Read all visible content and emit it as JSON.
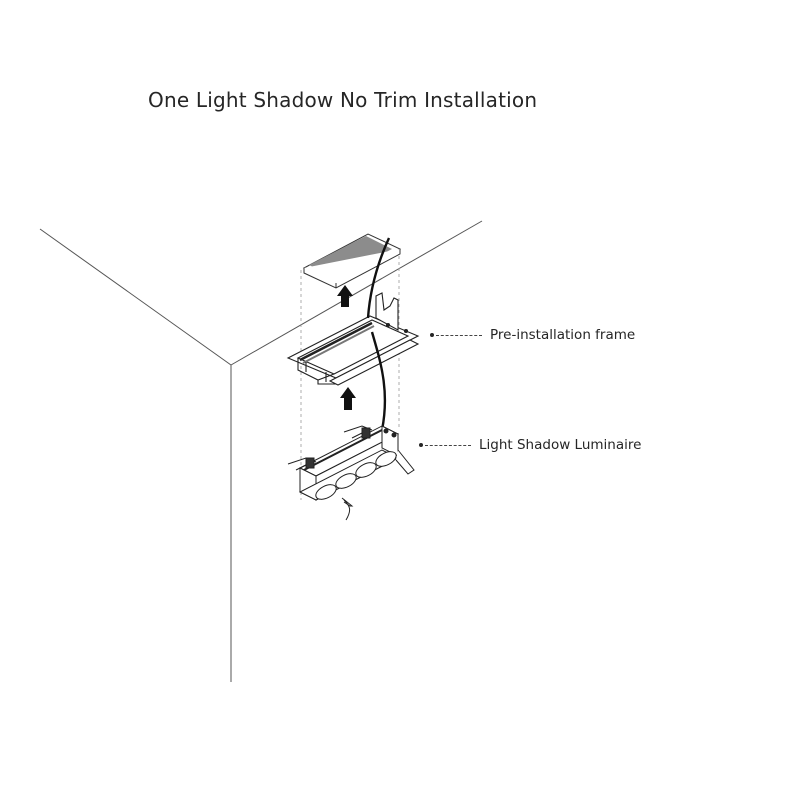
{
  "title": "One Light Shadow No Trim Installation",
  "callouts": [
    {
      "label": "Pre-installation frame"
    },
    {
      "label": "Light Shadow Luminaire"
    }
  ],
  "diagram": {
    "parts": [
      "ceiling-corner",
      "cover-plate",
      "arrow-up",
      "pre-installation-frame",
      "power-cable",
      "arrow-up",
      "light-shadow-luminaire"
    ],
    "colors": {
      "line": "#333333",
      "cover_fill": "#8c8c8c",
      "background": "#ffffff"
    },
    "luminaire_lens_count": 4
  }
}
